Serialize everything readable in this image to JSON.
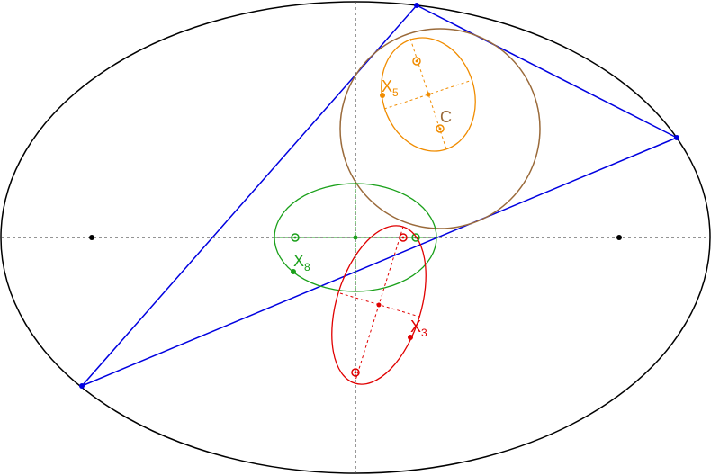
{
  "diagram": {
    "labels": {
      "x5": {
        "main": "X",
        "sub": "5"
      },
      "c": {
        "main": "C"
      },
      "x8": {
        "main": "X",
        "sub": "8"
      },
      "x3": {
        "main": "X",
        "sub": "3"
      }
    },
    "colors": {
      "outline": "#000000",
      "axes": "#555555",
      "triangle": "#0000e0",
      "circumcircle": "#9a6a3a",
      "x5_locus": "#f08c00",
      "x8_locus": "#1aa01a",
      "x3_locus": "#e00000",
      "background": "#ffffff"
    }
  }
}
